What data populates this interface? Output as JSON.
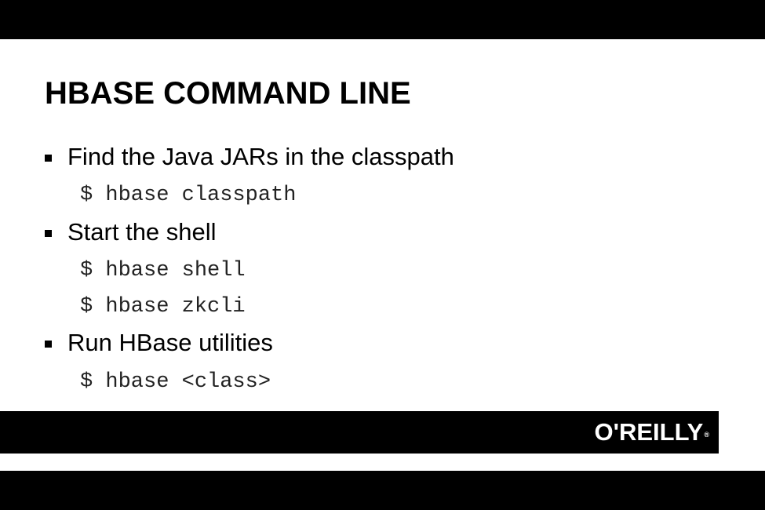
{
  "slide": {
    "title": "HBASE COMMAND LINE",
    "sections": [
      {
        "bullet": "Find the Java JARs in the classpath",
        "commands": [
          "$ hbase classpath"
        ]
      },
      {
        "bullet": "Start the shell",
        "commands": [
          "$ hbase shell",
          "$ hbase zkcli"
        ]
      },
      {
        "bullet": "Run HBase utilities",
        "commands": [
          "$ hbase <class>"
        ]
      }
    ]
  },
  "footer": {
    "logo_text": "O'REILLY",
    "logo_mark": "®",
    "colors": {
      "bar": "#000000",
      "logo": "#ffffff"
    }
  }
}
